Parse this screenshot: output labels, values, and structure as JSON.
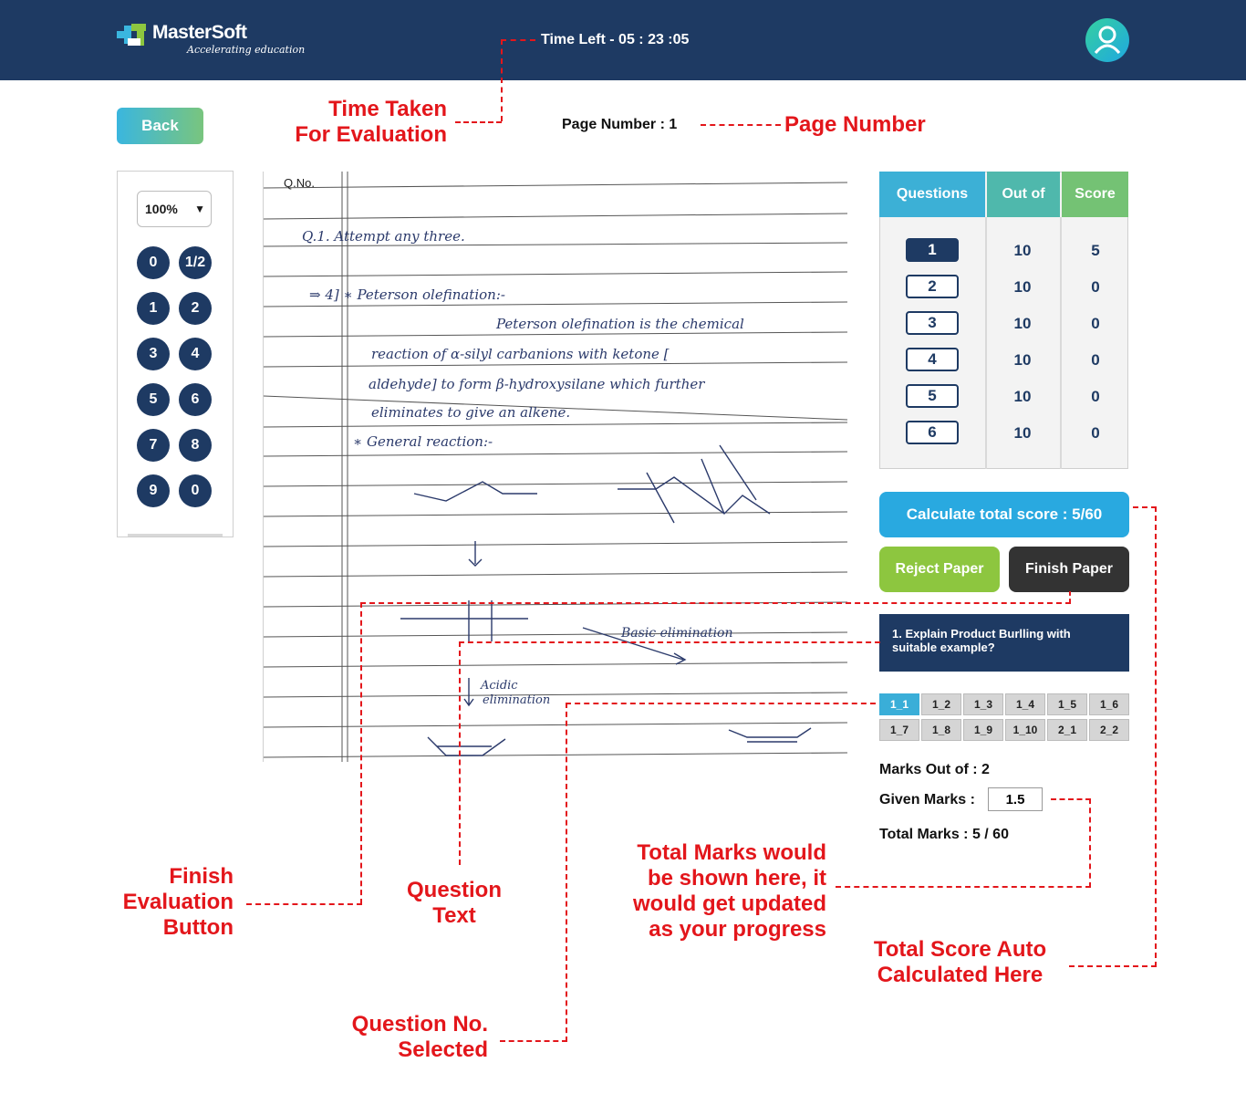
{
  "header": {
    "brand": "MasterSoft",
    "tagline": "Accelerating education",
    "time_left": "Time Left - 05 : 23 :05"
  },
  "back_label": "Back",
  "page_number": "Page Number : 1",
  "zoom": "100%",
  "marks_buttons": [
    "0",
    "1/2",
    "1",
    "2",
    "3",
    "4",
    "5",
    "6",
    "7",
    "8",
    "9",
    "0"
  ],
  "sheet": {
    "qno_label": "Q.No.",
    "lines": [
      "Q.1.   Attempt   any   three.",
      "⇒ 4]  ∗ Peterson  olefination:-",
      "Peterson  olefination  is  the  chemical",
      "reaction  of  α-silyl  carbanions  with  ketone [",
      "aldehyde]  to  form  β-hydroxysilane  which  further",
      "eliminates  to  give  an  alkene.",
      "∗ General  reaction:-",
      "Basic  elimination",
      "Acidic",
      "elimination"
    ]
  },
  "table": {
    "headers": [
      "Questions",
      "Out of",
      "Score"
    ],
    "rows": [
      {
        "q": "1",
        "out_of": "10",
        "score": "5"
      },
      {
        "q": "2",
        "out_of": "10",
        "score": "0"
      },
      {
        "q": "3",
        "out_of": "10",
        "score": "0"
      },
      {
        "q": "4",
        "out_of": "10",
        "score": "0"
      },
      {
        "q": "5",
        "out_of": "10",
        "score": "0"
      },
      {
        "q": "6",
        "out_of": "10",
        "score": "0"
      }
    ]
  },
  "calculate_label": "Calculate total score : 5/60",
  "reject_label": "Reject Paper",
  "finish_label": "Finish Paper",
  "question_text": "1.  Explain Product Burlling with suitable example?",
  "sub_questions": [
    "1_1",
    "1_2",
    "1_3",
    "1_4",
    "1_5",
    "1_6",
    "1_7",
    "1_8",
    "1_9",
    "1_10",
    "2_1",
    "2_2"
  ],
  "marks_out_of": "Marks Out of : 2",
  "given_marks_label": "Given Marks :",
  "given_marks_value": "1.5",
  "total_marks": "Total Marks :  5 / 60",
  "annotations": {
    "time_taken": "Time Taken\nFor Evaluation",
    "page_number": "Page Number",
    "finish_eval": "Finish\nEvaluation\nButton",
    "question_text": "Question\nText",
    "total_marks": "Total Marks would\nbe shown here, it\nwould get updated\nas your progress",
    "total_score": "Total Score Auto\nCalculated Here",
    "question_no": "Question No.\nSelected"
  },
  "colors": {
    "header_bg": "#1e3a63",
    "accent_blue": "#29a9e0",
    "reject_green": "#8dc63f",
    "finish_dark": "#333333",
    "annotation_red": "#e3161b"
  }
}
